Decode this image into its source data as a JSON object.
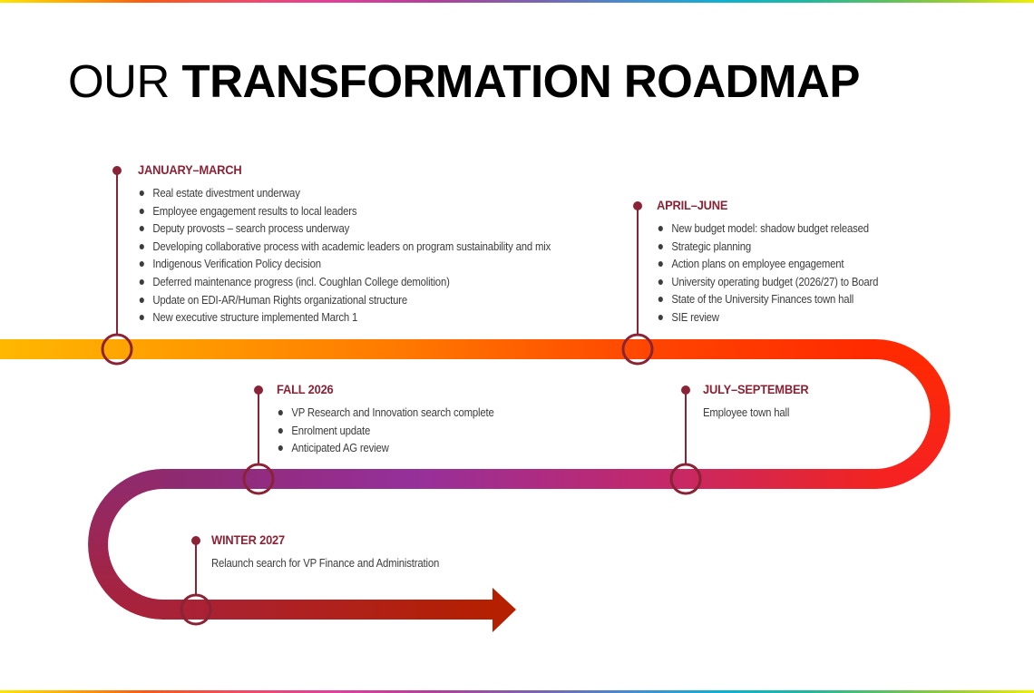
{
  "header": {
    "title_light": "OUR",
    "title_bold": "TRANSFORMATION ROADMAP"
  },
  "colors": {
    "accent": "#8a2335",
    "text": "#3c3c3c",
    "track_start": "#ffb400",
    "track_orange": "#ff6a00",
    "track_red": "#ff2a00",
    "track_purple": "#93309a",
    "track_pink": "#c4286a",
    "track_end": "#b52000"
  },
  "milestones": [
    {
      "heading": "JANUARY–MARCH",
      "items": [
        "Real estate divestment underway",
        "Employee engagement results to local leaders",
        "Deputy provosts – search process underway",
        "Developing collaborative process with academic leaders on program sustainability and mix",
        "Indigenous Verification Policy decision",
        "Deferred maintenance progress (incl. Coughlan College demolition)",
        "Update on EDI-AR/Human Rights organizational structure",
        "New executive structure implemented March 1"
      ]
    },
    {
      "heading": "APRIL–JUNE",
      "items": [
        "New budget model: shadow budget released",
        "Strategic planning",
        "Action plans on employee engagement",
        "University operating budget (2026/27) to Board",
        "State of the University Finances town hall",
        "SIE review"
      ]
    },
    {
      "heading": "FALL 2026",
      "items": [
        "VP Research and Innovation search complete",
        "Enrolment update",
        "Anticipated AG review"
      ]
    },
    {
      "heading": "JULY–SEPTEMBER",
      "text": "Employee town hall"
    },
    {
      "heading": "WINTER 2027",
      "text": "Relaunch search for VP Finance and Administration"
    }
  ]
}
